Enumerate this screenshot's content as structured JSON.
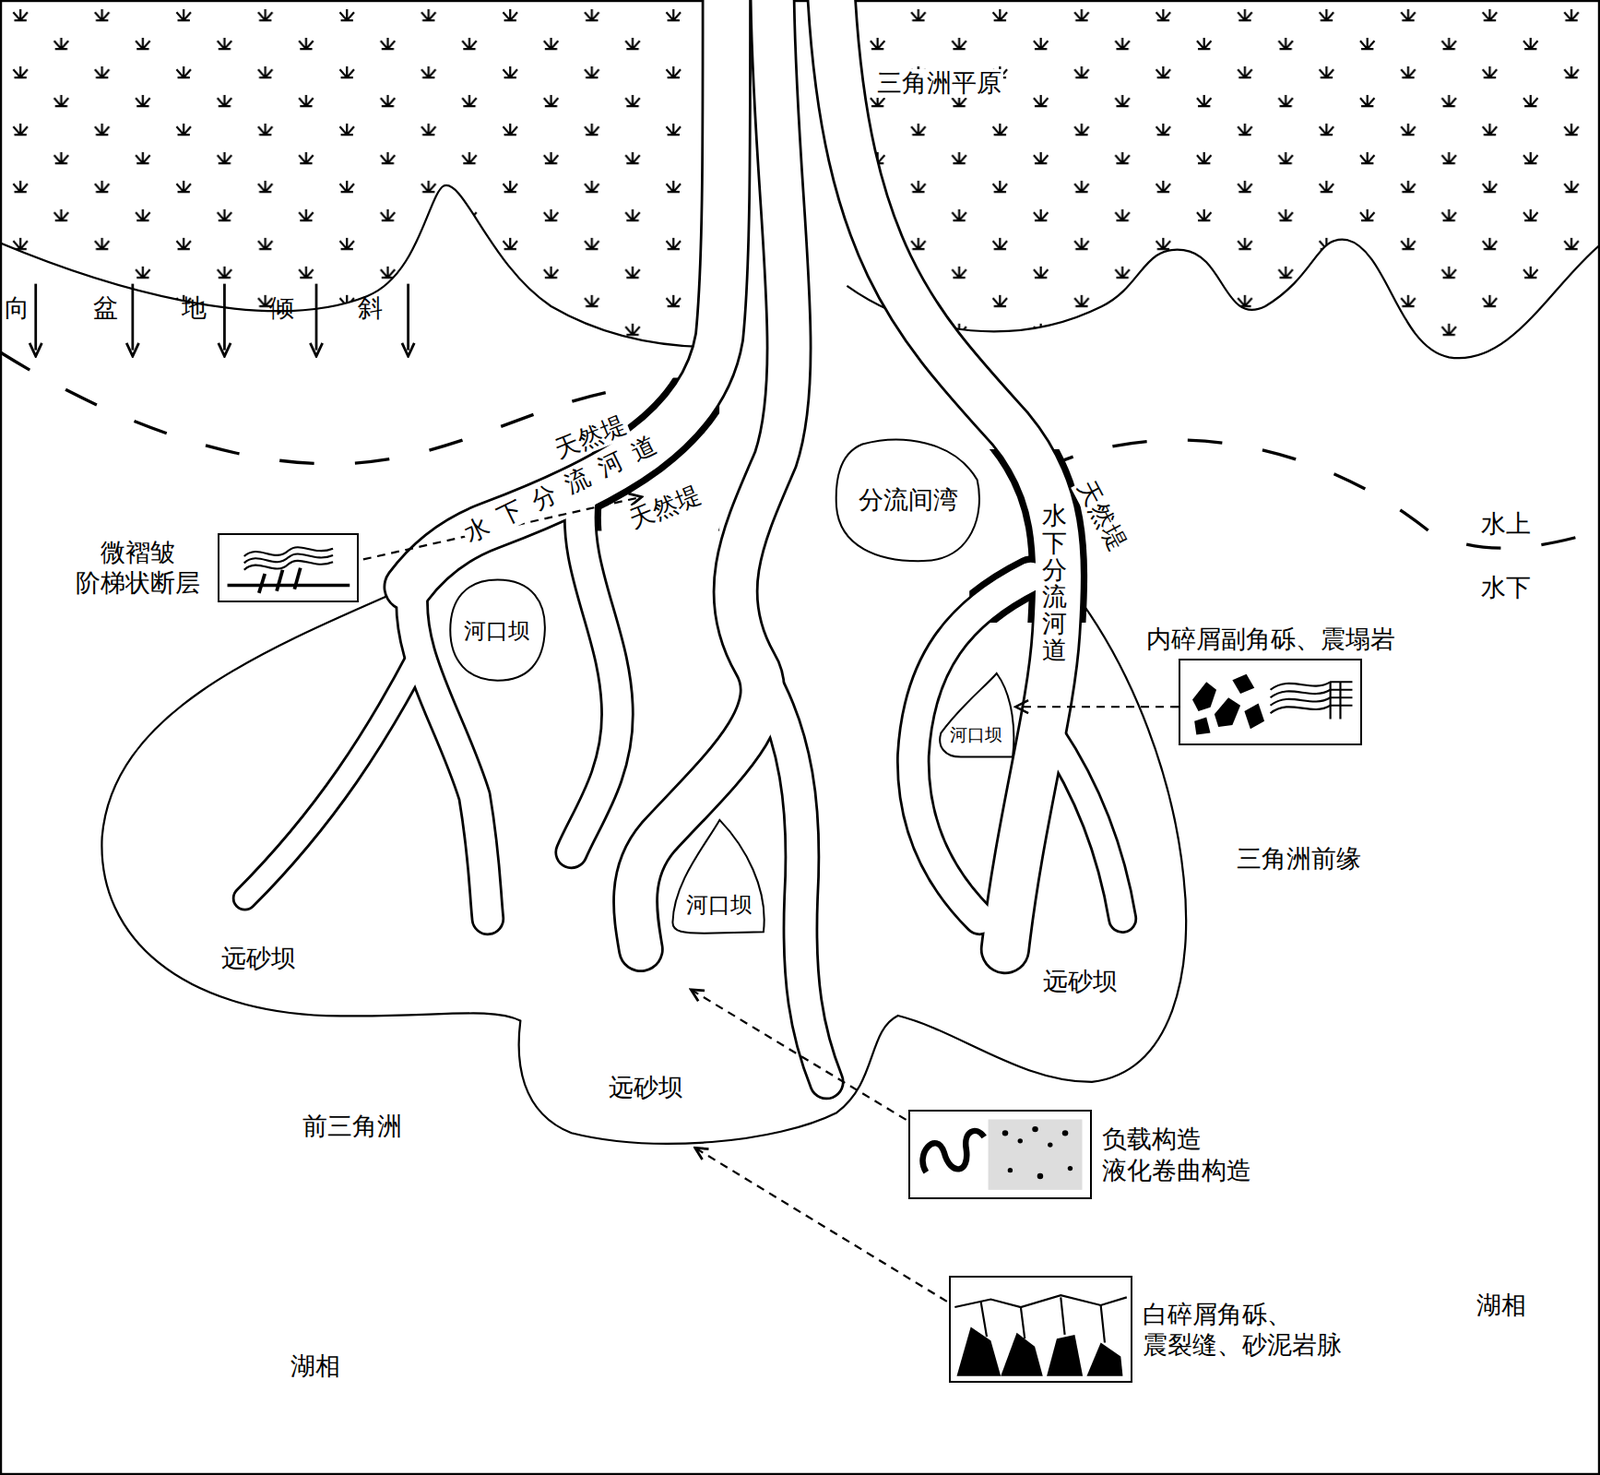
{
  "diagram": {
    "nodes": [
      {
        "text": [
          "微褶皱 阶梯状断层"
        ]
      },
      {
        "text": [
          "分流间湾"
        ]
      },
      {
        "text": [
          "河口坝"
        ]
      },
      {
        "text": [
          "内碎屑副角砾、震塌岩"
        ]
      },
      {
        "text": [
          "河口坝"
        ]
      },
      {
        "text": [
          "河口坝"
        ]
      },
      {
        "text": [
          "负载构造 液化卷曲构造"
        ]
      },
      {
        "text": [
          "白碎屑角砾、震裂缝、砂泥岩脉"
        ]
      }
    ],
    "edges": [
      {
        "from": 3,
        "to": 4,
        "arrow": "to"
      }
    ],
    "labels": [
      "三角洲平原",
      "向盆地倾斜",
      "天然堤",
      "天然堤",
      "水下分流河道",
      "天然堤",
      "水下分流河道",
      "水上",
      "水下",
      "三角洲前缘",
      "远砂坝",
      "远砂坝",
      "远砂坝",
      "前三角洲",
      "湖相",
      "湖相"
    ]
  }
}
